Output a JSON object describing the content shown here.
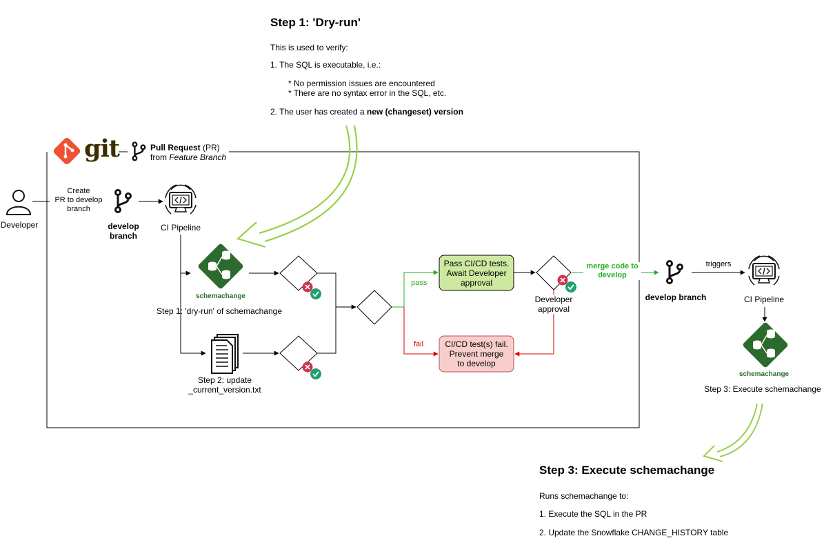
{
  "step1": {
    "title": "Step 1: 'Dry-run'",
    "intro": "This is used to verify:",
    "item1": "1. The SQL is executable, i.e.:",
    "bullet1": "* No permission issues are encountered",
    "bullet2": "* There are no syntax error in the SQL, etc.",
    "item2_prefix": "2. The user has created a ",
    "item2_bold": "new (changeset) version"
  },
  "step3": {
    "title": "Step 3: Execute schemachange",
    "intro": "Runs schemachange to:",
    "item1": "1. Execute the SQL in the PR",
    "item2": "2. Update the Snowflake CHANGE_HISTORY table"
  },
  "git": {
    "logo_text": "git",
    "pr_bold": "Pull Request",
    "pr_suffix": " (PR)",
    "pr_from": "from ",
    "pr_from_italic": "Feature Branch"
  },
  "nodes": {
    "developer": "Developer",
    "create_pr_line1": "Create",
    "create_pr_line2": "PR to develop",
    "create_pr_line3": "branch",
    "develop_branch_1_line1": "develop",
    "develop_branch_1_line2": "branch",
    "ci_pipeline_1": "CI Pipeline",
    "schemachange_logo": "schemachange",
    "step1_caption": "Step 1: 'dry-run' of schemachange",
    "step2_caption_line1": "Step 2: update",
    "step2_caption_line2": "_current_version.txt",
    "pass_label": "pass",
    "fail_label": "fail",
    "pass_box_line1": "Pass CI/CD tests.",
    "pass_box_line2": "Await Developer",
    "pass_box_line3": "approval",
    "fail_box_line1": "CI/CD test(s) fail.",
    "fail_box_line2": "Prevent merge",
    "fail_box_line3": "to develop",
    "dev_approval_line1": "Developer",
    "dev_approval_line2": "approval",
    "merge_line1": "merge code to",
    "merge_line2": "develop",
    "develop_branch_2": "develop branch",
    "triggers": "triggers",
    "ci_pipeline_2": "CI Pipeline",
    "schemachange_logo_2": "schemachange",
    "step3_caption": "Step 3: Execute schemachange"
  },
  "colors": {
    "git_orange": "#f05033",
    "git_brown": "#3e2c00",
    "schemachange_green": "#2d6a2d",
    "pass_green": "#22b022",
    "fail_red": "#dd0000",
    "pass_box_fill": "#cde8a0",
    "fail_box_fill": "#f8cecc",
    "callout_arrow": "#9ad04a"
  }
}
